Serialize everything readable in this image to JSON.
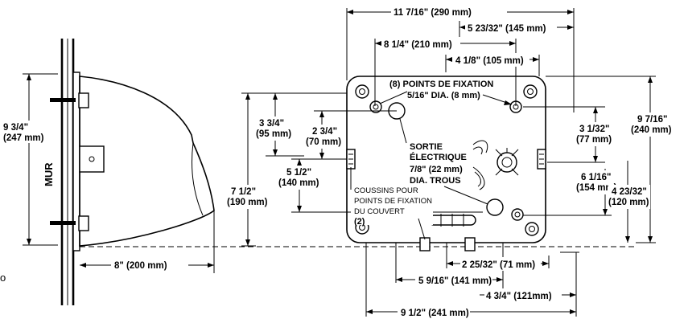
{
  "side_view": {
    "wall_label": "MUR",
    "height_label": "9 3/4\"",
    "height_mm": "(247 mm)",
    "depth_label": "8\" (200 mm)",
    "edge_letter": "o"
  },
  "top_dims": {
    "overall_width": "11 7/16\" (290 mm)",
    "right_offset": "5 23/32\" (145 mm)",
    "hole_span": "8 1/4\" (210 mm)",
    "center_offset": "4 1/8\" (105 mm)"
  },
  "left_dims": {
    "d1": "3 3/4\"",
    "d1_mm": "(95 mm)",
    "d2": "2 3/4\"",
    "d2_mm": "(70 mm)",
    "d3": "5 1/2\"",
    "d3_mm": "(140 mm)",
    "d4": "7 1/2\"",
    "d4_mm": "(190 mm)"
  },
  "right_dims": {
    "overall_height": "9 7/16\"",
    "overall_height_mm": "(240 mm)",
    "r1": "3 1/32\"",
    "r1_mm": "(77 mm)",
    "r2": "6 1/16\"",
    "r2_mm": "(154 mm)",
    "r3": "4 23/32\"",
    "r3_mm": "(120 mm)"
  },
  "bottom_dims": {
    "b1": "2 25/32\" (71 mm)",
    "b2": "5 9/16\" (141 mm)",
    "b3": "4 3/4\" (121mm)",
    "b4": "9 1/2\" (241 mm)"
  },
  "callouts": {
    "fixation_line1": "(8)  POINTS DE FIXATION",
    "fixation_line2": "5/16\" DIA. (8 mm)",
    "outlet_line1": "SORTIE",
    "outlet_line2": "ÉLECTRIQUE",
    "outlet_line3": "7/8\" (22 mm)",
    "outlet_line4": "DIA. TROUS",
    "cushion_line1": "COUSSINS POUR",
    "cushion_line2": "POINTS DE FIXATION",
    "cushion_line3": "DU COUVERT",
    "cushion_line4": "(2)"
  }
}
